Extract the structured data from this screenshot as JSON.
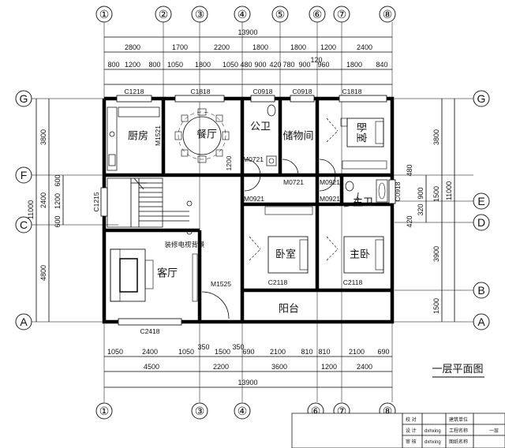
{
  "axes": {
    "top": [
      "①",
      "②",
      "③",
      "④",
      "⑤",
      "⑥",
      "⑦",
      "⑧"
    ],
    "bottom": [
      "①",
      "③",
      "④",
      "⑥",
      "⑦",
      "⑧"
    ],
    "left": [
      "G",
      "F",
      "C",
      "A"
    ],
    "right": [
      "G",
      "E",
      "D",
      "B",
      "A"
    ]
  },
  "dims": {
    "top_total": "13900",
    "top_row1": [
      "2800",
      "1700",
      "2200",
      "1800",
      "1800",
      "1200",
      "2400"
    ],
    "top_row2": [
      "800",
      "1200",
      "800",
      "1050",
      "1800",
      "1050",
      "480",
      "900",
      "420",
      "780",
      "900",
      "960",
      "1800",
      "840"
    ],
    "top_120": "120",
    "bottom_row1": [
      "1050",
      "2400",
      "1050",
      "1500",
      "690",
      "2100",
      "810",
      "810",
      "2100",
      "690"
    ],
    "bottom_row2": [
      "4500",
      "2200",
      "3600",
      "1200",
      "2400"
    ],
    "bottom_total": "13900",
    "bottom_350a": "350",
    "bottom_350b": "350",
    "left_main": [
      "3800",
      "2400",
      "4800"
    ],
    "left_sub": [
      "600",
      "1200",
      "600"
    ],
    "left_total": "11000",
    "right_main": [
      "3800",
      "3900",
      "1500"
    ],
    "right_sub": [
      "480",
      "900",
      "320",
      "1500",
      "420"
    ],
    "right_total": "11000"
  },
  "rooms": {
    "kitchen": "厨房",
    "dining": "餐厅",
    "wc_public": "公卫",
    "storage": "储物间",
    "bedroom_ne": "卧室",
    "wc_master": "主卫",
    "living": "客厅",
    "bedroom_mid": "卧室",
    "bedroom_master": "主卧",
    "balcony": "阳台",
    "tv_wall": "装修电视背景"
  },
  "tags": {
    "c1218": "C1218",
    "c1818a": "C1818",
    "c0918a": "C0918",
    "c0918b": "C0918",
    "c1818b": "C1818",
    "m1521": "M1521",
    "m0721a": "M0721",
    "m0721b": "M0721",
    "m0921a": "M0921",
    "m0921b": "M0921",
    "m0921c": "M0921",
    "c0918v": "C0918",
    "c1215": "C1215",
    "m1525": "M1525",
    "c2118a": "C2118",
    "c2118b": "C2118",
    "c2418": "C2418",
    "h1200": "1200"
  },
  "drawing_title": "一层平面图",
  "title_block": {
    "r1_label": "校 对",
    "r2_label": "设 计",
    "r2_value": "dxhxing",
    "r3_label": "审 核",
    "r3_value": "dxhxing",
    "c1": "建筑单位",
    "c2": "工程名称",
    "c3": "图纸名称",
    "c4": "一层"
  }
}
